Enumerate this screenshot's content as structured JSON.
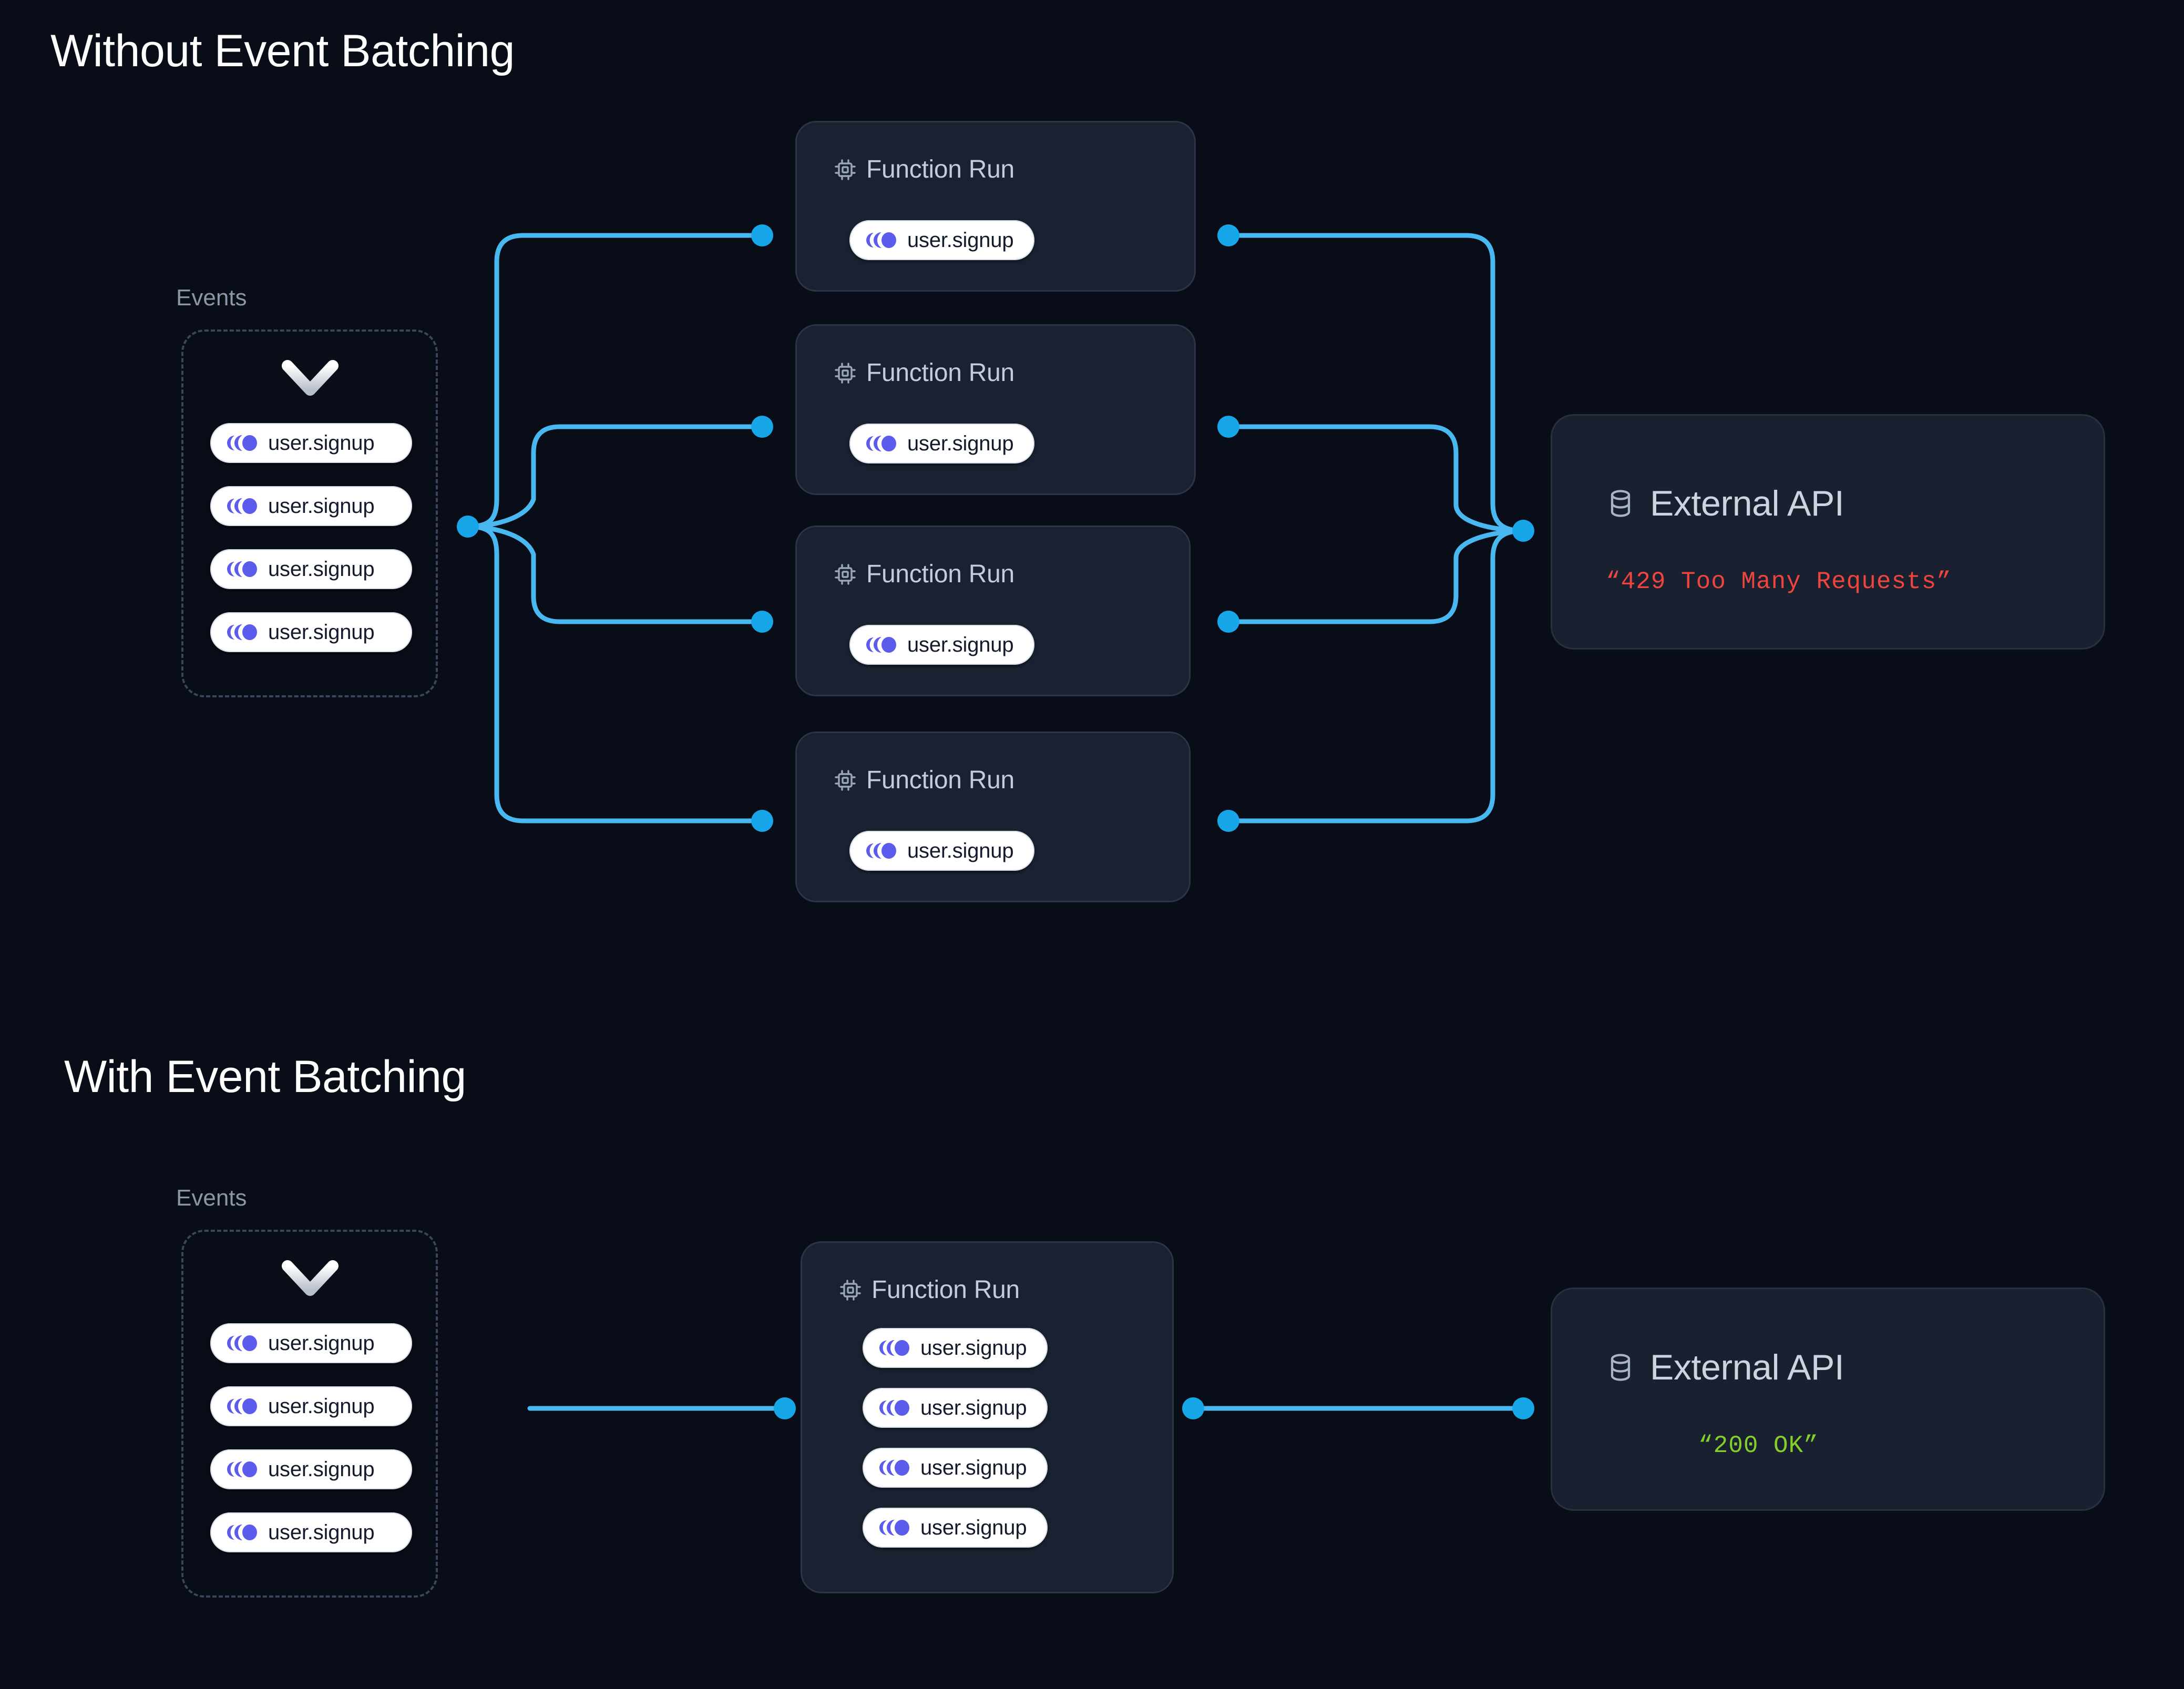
{
  "colors": {
    "background": "#090d17",
    "wire": "#49b7f0",
    "wire_dot": "#17a6e8",
    "event_icon": "#5b5bec",
    "card_bg": "#1a2231",
    "card_border": "#2b3547",
    "api_bg": "#192131",
    "title_text": "#ffffff",
    "muted_text": "#8b96a8",
    "error_text": "#f0443e",
    "success_text": "#86cf2a"
  },
  "sections": [
    {
      "id": "without",
      "title": "Without Event Batching",
      "events": {
        "caption": "Events",
        "chevron_icon": "chevron-down-icon",
        "items": [
          {
            "icon": "event-signal-icon",
            "label": "user.signup"
          },
          {
            "icon": "event-signal-icon",
            "label": "user.signup"
          },
          {
            "icon": "event-signal-icon",
            "label": "user.signup"
          },
          {
            "icon": "event-signal-icon",
            "label": "user.signup"
          }
        ]
      },
      "function_runs": [
        {
          "icon": "cpu-chip-icon",
          "title": "Function Run",
          "events": [
            {
              "icon": "event-signal-icon",
              "label": "user.signup"
            }
          ]
        },
        {
          "icon": "cpu-chip-icon",
          "title": "Function Run",
          "events": [
            {
              "icon": "event-signal-icon",
              "label": "user.signup"
            }
          ]
        },
        {
          "icon": "cpu-chip-icon",
          "title": "Function Run",
          "events": [
            {
              "icon": "event-signal-icon",
              "label": "user.signup"
            }
          ]
        },
        {
          "icon": "cpu-chip-icon",
          "title": "Function Run",
          "events": [
            {
              "icon": "event-signal-icon",
              "label": "user.signup"
            }
          ]
        }
      ],
      "external_api": {
        "icon": "database-icon",
        "title": "External API",
        "status": "“429 Too Many Requests”",
        "status_color": "#f0443e"
      }
    },
    {
      "id": "with",
      "title": "With Event Batching",
      "events": {
        "caption": "Events",
        "chevron_icon": "chevron-down-icon",
        "items": [
          {
            "icon": "event-signal-icon",
            "label": "user.signup"
          },
          {
            "icon": "event-signal-icon",
            "label": "user.signup"
          },
          {
            "icon": "event-signal-icon",
            "label": "user.signup"
          },
          {
            "icon": "event-signal-icon",
            "label": "user.signup"
          }
        ]
      },
      "function_runs": [
        {
          "icon": "cpu-chip-icon",
          "title": "Function Run",
          "events": [
            {
              "icon": "event-signal-icon",
              "label": "user.signup"
            },
            {
              "icon": "event-signal-icon",
              "label": "user.signup"
            },
            {
              "icon": "event-signal-icon",
              "label": "user.signup"
            },
            {
              "icon": "event-signal-icon",
              "label": "user.signup"
            }
          ]
        }
      ],
      "external_api": {
        "icon": "database-icon",
        "title": "External API",
        "status": "“200 OK”",
        "status_color": "#86cf2a"
      }
    }
  ]
}
